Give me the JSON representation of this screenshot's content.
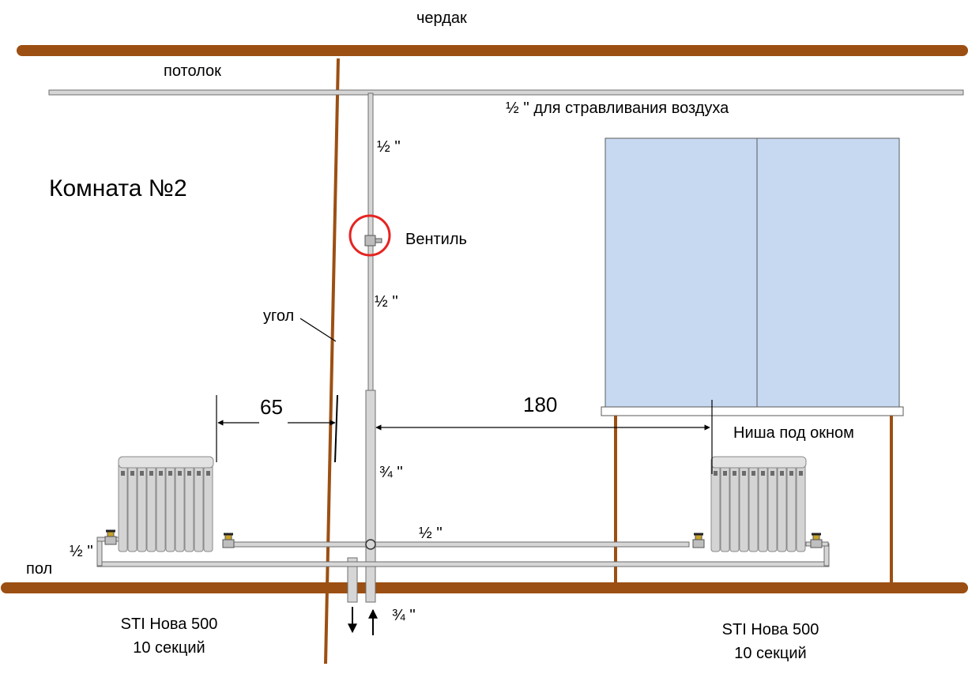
{
  "labels": {
    "attic": "чердак",
    "ceiling": "потолок",
    "room": "Комната №2",
    "air_vent": "½ '' для стравливания воздуха",
    "pipe_upper": "½ ''",
    "valve": "Вентиль",
    "pipe_middle": "½ ''",
    "corner": "угол",
    "dim_left": "65",
    "dim_right": "180",
    "niche": "Ниша под окном",
    "riser": "¾ ''",
    "feed_right": "½ ''",
    "feed_left": "½ ''",
    "floor": "пол",
    "main_bottom": "¾ ''",
    "radiator_left": {
      "model": "STI Нова 500",
      "sections": "10 секций"
    },
    "radiator_right": {
      "model": "STI Нова 500",
      "sections": "10 секций"
    }
  },
  "colors": {
    "beam": "#9c4f12",
    "pipe_fill": "#d6d6d6",
    "pipe_stroke": "#6e6e6e",
    "window_glass": "#c6d9f1",
    "valve_circle": "#e52421",
    "radiator": "#d4d4d4"
  },
  "icons": {
    "valve": "valve-icon",
    "radiator": "radiator-icon",
    "flow_down": "arrow-down-icon",
    "flow_up": "arrow-up-icon"
  }
}
